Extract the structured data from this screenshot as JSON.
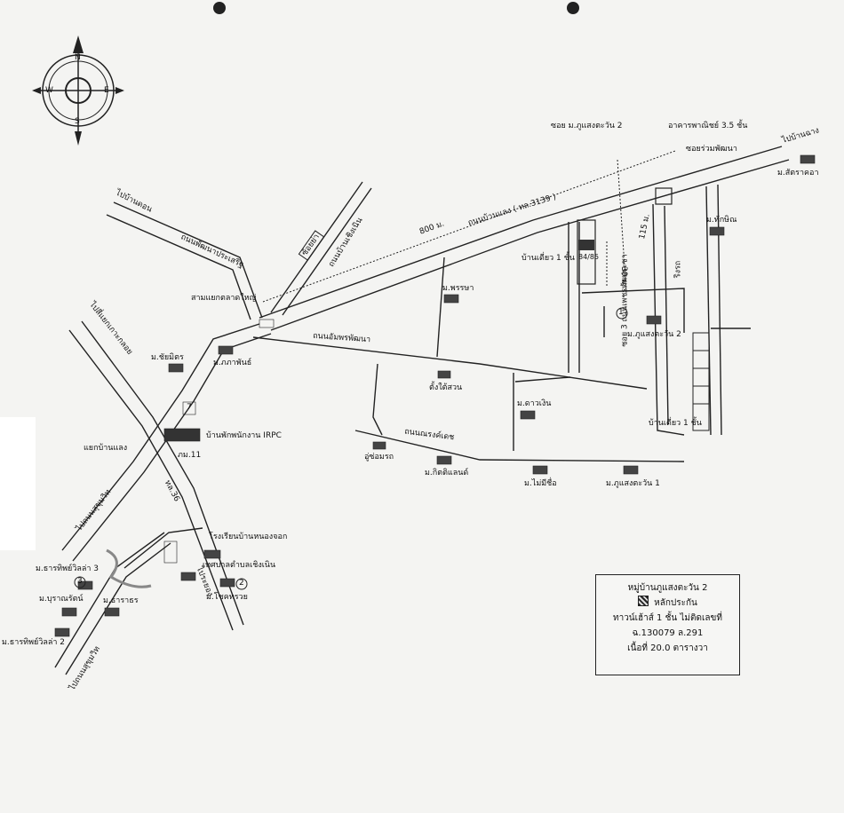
{
  "compass": {
    "n": "N",
    "e": "E",
    "s": "S",
    "w": "W"
  },
  "roads": {
    "to_ban_chang": "ไปบ้านฉาง",
    "ban_chang_road": "ถนนบ้านแลง ( ทล.3139 )",
    "distance_800": "800 ม.",
    "to_ban_don": "ไปบ้านดอน",
    "phatana_prasert": "ถนนพัฒนาประเสริฐ",
    "soi_lang": "ซ้อยย่า",
    "ban_choeng_noen_road": "ถนนบ้านเชิงเนิน",
    "sam_yaek": "สามแยกตลาดใหญ่",
    "amphon_phatana": "ถนนอัมพรพัฒนา",
    "to_samae_san": "ไปสี่แยกเกาะกลอย",
    "yaek_ban_chang": "แยกบ้านแลง",
    "sukhumvit_up": "ไปถนนสุขุมวิท",
    "tl36": "ทล.36",
    "to_rayong": "ไประยอง",
    "sukhumvit_down": "ไปถนนสุขุมวิท",
    "narong_road": "ถนนณรงค์เดช",
    "soi_mu_kunsaeng_2": "ซอย ม.ภูแสงตะวัน 2",
    "soi_ruam": "ซอยร่วมพัฒนา",
    "soi_3": "ซอย 3 ถนนเพชรทัพประชา",
    "dist_115": "115 ม.",
    "dist_30": "30 ม.",
    "soi_right": "ริงรถ"
  },
  "places": {
    "commercial": "อาคารพาณิชย์ 3.5 ชั้น",
    "mu_sattakon": "ม.สัตราคอา",
    "mu_thakyam": "ม.ทักษิณ",
    "house_1_top": "บ้านเดี่ยว 1 ชั้น",
    "house_no": "84/85",
    "mu_phrasa": "ม.พรรษา",
    "marker_1": "1",
    "mu_kunsaeng_2": "ม.ภูแสงตะวัน 2",
    "mu_chaimit": "ม.ชัยมิตร",
    "mu_pakkaphan": "ม.ภภาพันธ์",
    "seven": "7",
    "irpc": "บ้านพักพนักงาน IRPC",
    "mu_11": "ภม.11",
    "tung_suan": "ตั้งใต้สวน",
    "mu_dawan": "ม.ดาวเงิน",
    "house_1_bottom": "บ้านเดี่ยว 1 ชั้น",
    "u_somrot": "อู่ซ่อมรถ",
    "mu_kittiland": "ม.กิตติแลนด์",
    "mu_maimi": "ม.ไม่มีชื่อ",
    "mu_kunsaeng_1": "ม.ภูแสงตะวัน 1",
    "school": "โรงเรียนบ้านหนองจอก",
    "clinic": "เทศบาลตำบลเชิงเนิน",
    "mu_jodsawai": "ม.โชคทรวย",
    "marker_2": "2",
    "mu_tharathip_3": "ม.ธารทิพย์วิลล่า 3",
    "marker_3": "3",
    "mu_buranat": "ม.บุราณรัตน์",
    "mu_tharathon": "ม.ธาราธร",
    "mu_tharathip_2": "ม.ธารทิพย์วิลล่า 2"
  },
  "legend": {
    "title": "หมู่บ้านภูแสงตะวัน 2",
    "swatch_label": "หลักประกัน",
    "line2": "ทาวน์เฮ้าส์ 1 ชั้น ไม่ติดเลขที่",
    "line3": "ฉ.130079 ล.291",
    "line4": "เนื้อที่ 20.0 ตารางวา"
  }
}
